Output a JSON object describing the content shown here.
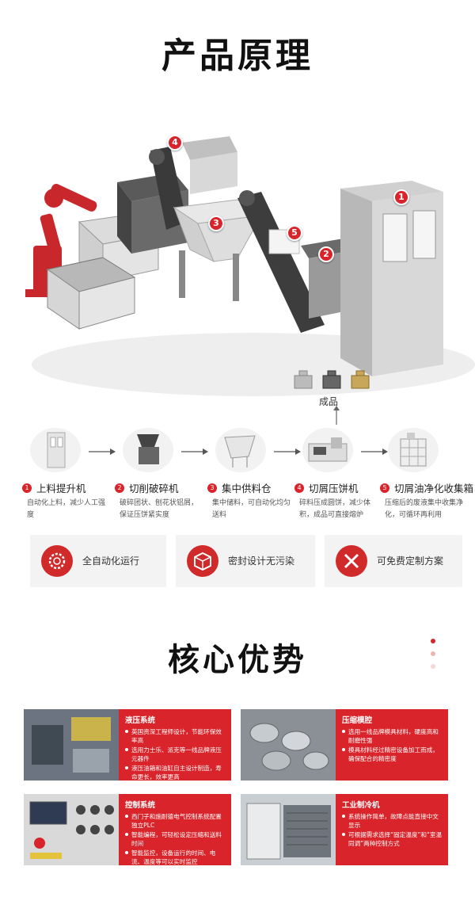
{
  "section_principle": {
    "title": "产品原理"
  },
  "machine": {
    "badges": [
      "1",
      "2",
      "3",
      "4",
      "5"
    ],
    "product_label": "成品"
  },
  "steps": [
    {
      "num": "1",
      "title": "上料提升机",
      "desc": "自动化上料，减少人工强度"
    },
    {
      "num": "2",
      "title": "切削破碎机",
      "desc": "破碎团状、刨花状铝屑，保证压饼紧实度"
    },
    {
      "num": "3",
      "title": "集中供料仓",
      "desc": "集中储料，可自动化均匀送料"
    },
    {
      "num": "4",
      "title": "切屑压饼机",
      "desc": "碎料压成圆饼，减少体积，成品可直接熔炉"
    },
    {
      "num": "5",
      "title": "切屑油净化收集箱",
      "desc": "压缩后的废液集中收集净化，可循环再利用"
    }
  ],
  "features": [
    {
      "label": "全自动化运行",
      "icon": "gear-icon"
    },
    {
      "label": "密封设计无污染",
      "icon": "box-icon"
    },
    {
      "label": "可免费定制方案",
      "icon": "pencil-ruler-icon"
    }
  ],
  "section_advantage": {
    "title": "核心优势"
  },
  "panels": [
    {
      "title": "液压系统",
      "items": [
        "英国资深工程师设计，节能环保效率高",
        "选用力士乐、派克等一线品牌液压元器件",
        "液压油箱和油缸自主设计制造，寿命更长，效率更高"
      ]
    },
    {
      "title": "压缩模腔",
      "items": [
        "选用一线品牌模具材料，硬度高和耐磨性强",
        "模具材料经过精密设备加工而成，确保配合的精密度"
      ]
    },
    {
      "title": "控制系统",
      "items": [
        "西门子和施耐德电气控制系统配置独立PLC",
        "智能编程，可轻松设定压缩和送料时间",
        "智能监控，设备运行的时间、电流、温度等可以实时监控"
      ]
    },
    {
      "title": "工业制冷机",
      "items": [
        "系统操作简单，故障点能直接中文显示",
        "可根据需求选择“固定温度”和“室温同调”两种控制方式"
      ]
    }
  ],
  "colors": {
    "accent": "#d8242a",
    "card_bg": "#f3f3f3"
  }
}
